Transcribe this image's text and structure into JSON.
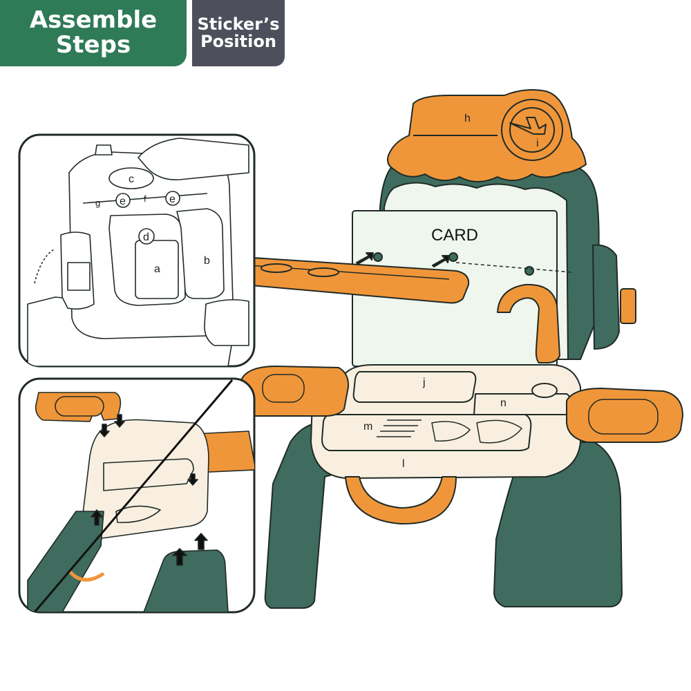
{
  "tabs": {
    "assemble": {
      "line1": "Assemble",
      "line2": "Steps"
    },
    "sticker": {
      "line1": "Sticker’s",
      "line2": "Position"
    }
  },
  "colors": {
    "green_tab": "#2f7a57",
    "gray_tab": "#4d4f5c",
    "dark_green": "#3f6c5e",
    "orange": "#f0963a",
    "cream": "#f8efe0",
    "card": "#eef6ee"
  },
  "labels": {
    "card": "CARD",
    "a": "a",
    "b": "b",
    "c": "c",
    "d": "d",
    "e1": "e",
    "e2": "e",
    "f": "f",
    "g": "g",
    "h": "h",
    "i": "i",
    "j": "j",
    "l": "l",
    "m": "m",
    "n": "n"
  }
}
